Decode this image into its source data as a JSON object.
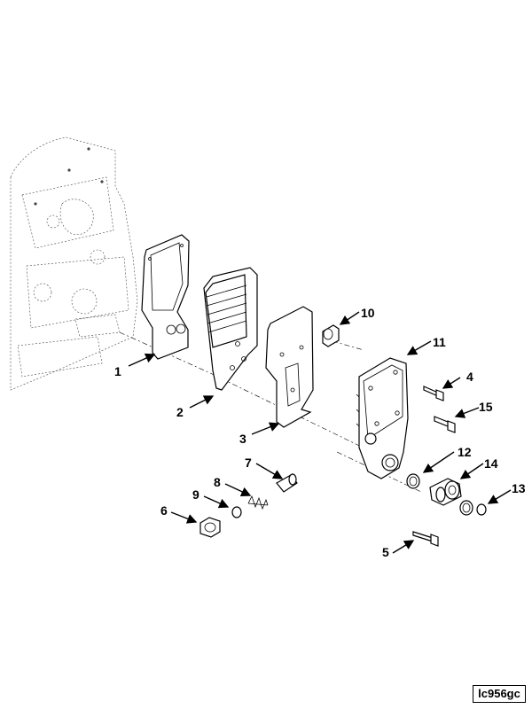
{
  "diagram": {
    "callouts": [
      "1",
      "2",
      "3",
      "4",
      "5",
      "6",
      "7",
      "8",
      "9",
      "10",
      "11",
      "12",
      "13",
      "14",
      "15"
    ],
    "figure_code": "lc956gc"
  }
}
